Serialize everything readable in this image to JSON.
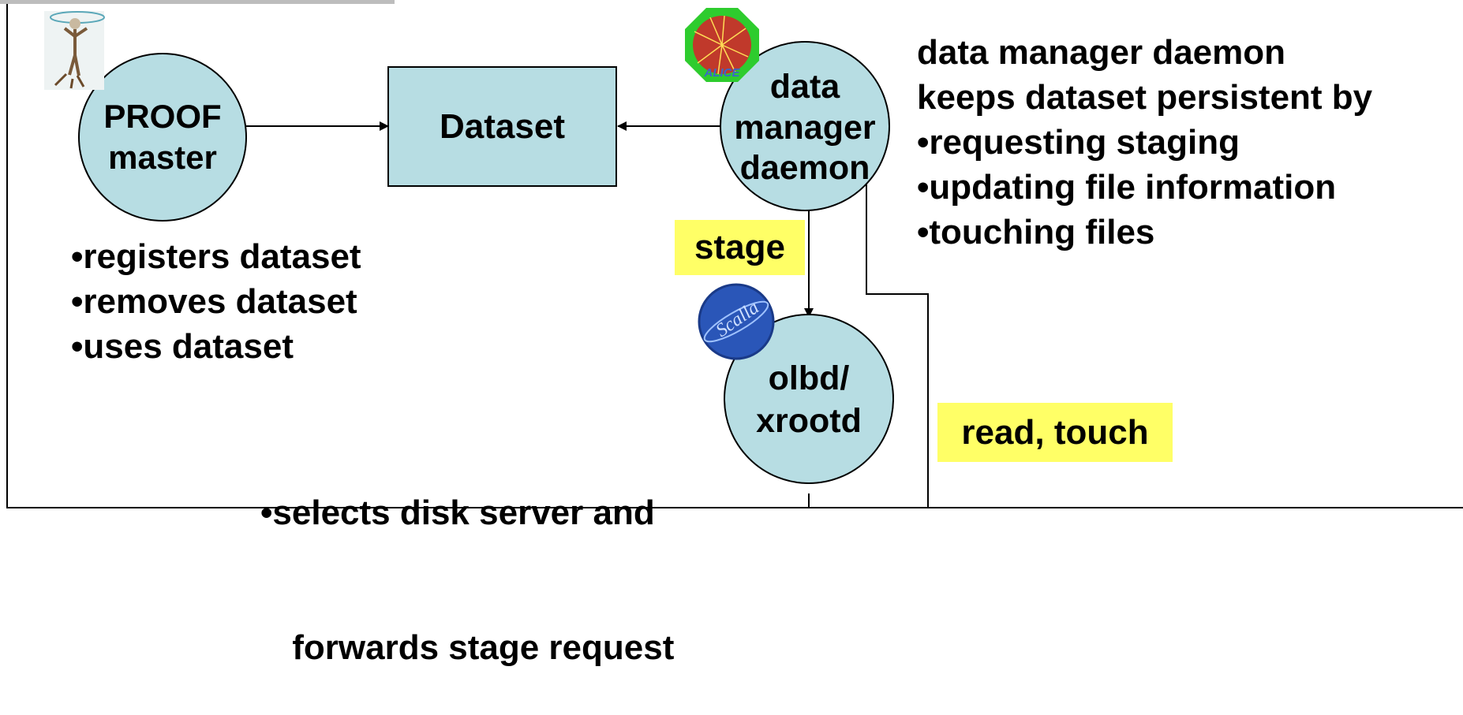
{
  "nodes": {
    "proof_master": "PROOF\nmaster",
    "dataset": "Dataset",
    "data_manager": "data\nmanager\ndaemon",
    "olbd_xrootd": "olbd/\nxrootd"
  },
  "labels": {
    "stage": "stage",
    "read_touch": "read, touch"
  },
  "proof_bullets": [
    "•registers dataset",
    "•removes dataset",
    "•uses dataset"
  ],
  "olbd_bullets": [
    "•selects disk server and",
    " forwards stage request"
  ],
  "daemon_description": {
    "heading_lines": [
      "data manager daemon",
      "keeps dataset persistent by"
    ],
    "bullets": [
      "•requesting staging",
      "•updating file information",
      "•touching files"
    ]
  },
  "logos": {
    "proof": "proof-mascot-icon",
    "alice": "alice-logo-icon",
    "scalla": "scalla-logo-icon",
    "alice_text": "ALICE",
    "scalla_text": "Scalla"
  },
  "colors": {
    "node_fill": "#b7dde3",
    "label_fill": "#ffff66",
    "frame_tab": "#bdbdbd"
  }
}
